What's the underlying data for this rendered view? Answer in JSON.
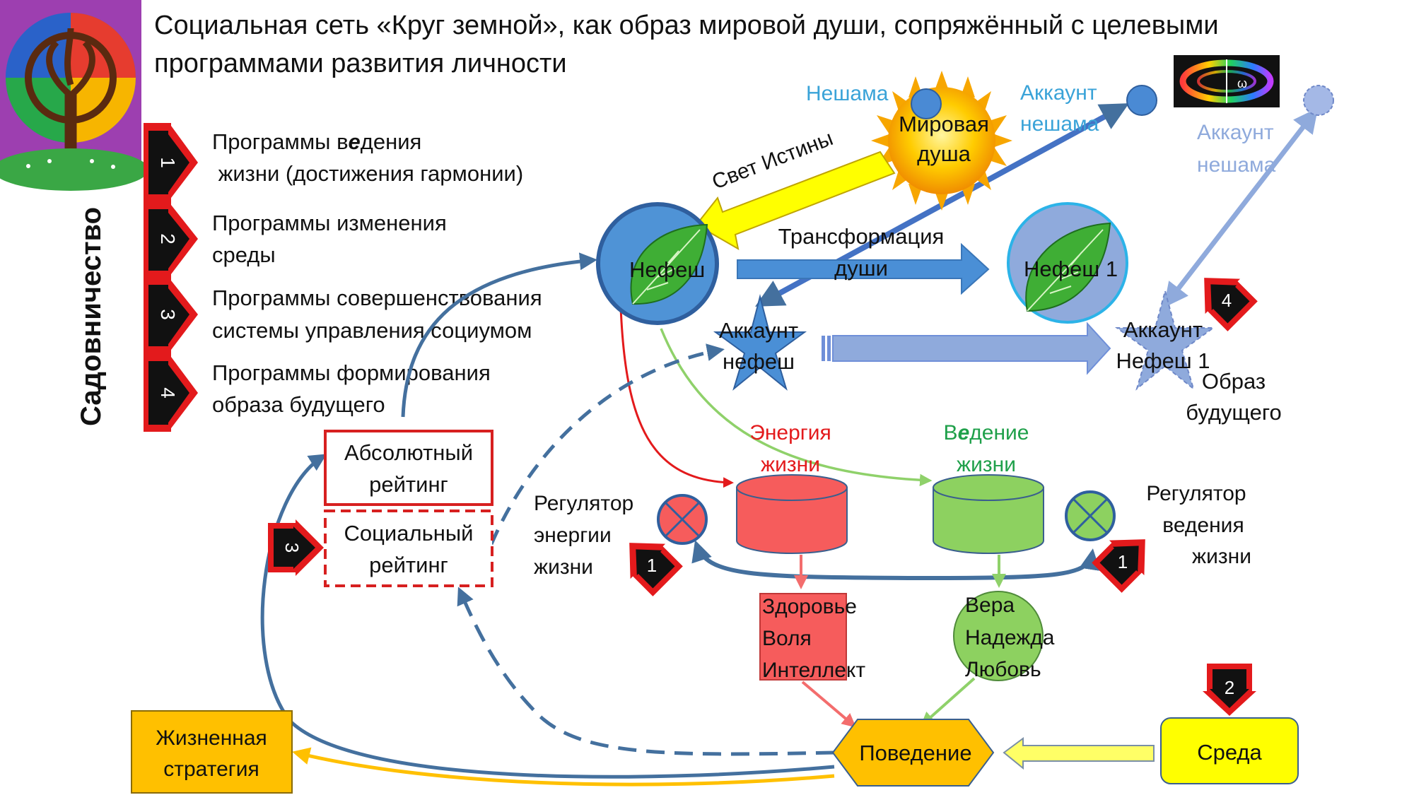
{
  "title": {
    "line1": "Социальная сеть «Круг земной», как образ мировой души, сопряжённый с целевыми",
    "line2": "программами развития личности"
  },
  "side_label": "Садовничество",
  "programs": [
    {
      "num": "1",
      "line1_pre": "Программы в",
      "line1_em": "е",
      "line1_post": "дения",
      "line2": " жизни (достижения гармонии)"
    },
    {
      "num": "2",
      "line1": "Программы изменения",
      "line2": "среды"
    },
    {
      "num": "3",
      "line1": "Программы совершенствования",
      "line2": "системы управления социумом"
    },
    {
      "num": "4",
      "line1": "Программы формирования",
      "line2": "образа будущего"
    }
  ],
  "nodes": {
    "neshama": "Нешама",
    "world_soul": [
      "Мировая",
      "душа"
    ],
    "account_neshama": [
      "Аккаунт",
      "нешама"
    ],
    "account_neshama_future": [
      "Аккаунт",
      "нешама"
    ],
    "light_of_truth": "Свет Истины",
    "omega": "ω",
    "nefesh": "Нефеш",
    "nefesh1": "Нефеш 1",
    "transformation": [
      "Трансформация",
      "души"
    ],
    "account_nefesh": [
      "Аккаунт",
      "нефеш"
    ],
    "account_nefesh1": [
      "Аккаунт",
      "Нефеш 1"
    ],
    "future_image": [
      "Образ",
      "будущего"
    ],
    "energy": [
      "Энергия",
      "жизни"
    ],
    "guidance": {
      "line1_pre": "В",
      "line1_em": "е",
      "line1_post": "дение",
      "line2": "жизни"
    },
    "absolute_rating": [
      "Абсолютный",
      "рейтинг"
    ],
    "social_rating": [
      "Социальный",
      "рейтинг"
    ],
    "regulator_energy": [
      "Регулятор",
      "энергии",
      "жизни"
    ],
    "regulator_guidance": [
      "Регулятор",
      "ведения",
      "жизни"
    ],
    "health": [
      "Здоровье",
      "Воля",
      "Интеллект"
    ],
    "faith": [
      "Вера",
      "Надежда",
      "Любовь"
    ],
    "behavior": "Поведение",
    "environment": "Среда",
    "life_strategy": [
      "Жизненная",
      "стратегия"
    ]
  },
  "badges": {
    "b1a": "1",
    "b1b": "1",
    "b2": "2",
    "b3": "3",
    "b4": "4"
  },
  "colors": {
    "red": "#e31a1c",
    "green": "#70ad47",
    "blue": "#4472c4",
    "light_blue": "#8faadc",
    "orange": "#ffc000",
    "yellow": "#ffff00",
    "energy_text": "#e31a1c",
    "guidance_text": "#1fa04a",
    "neshama_text": "#3aa3d8"
  }
}
